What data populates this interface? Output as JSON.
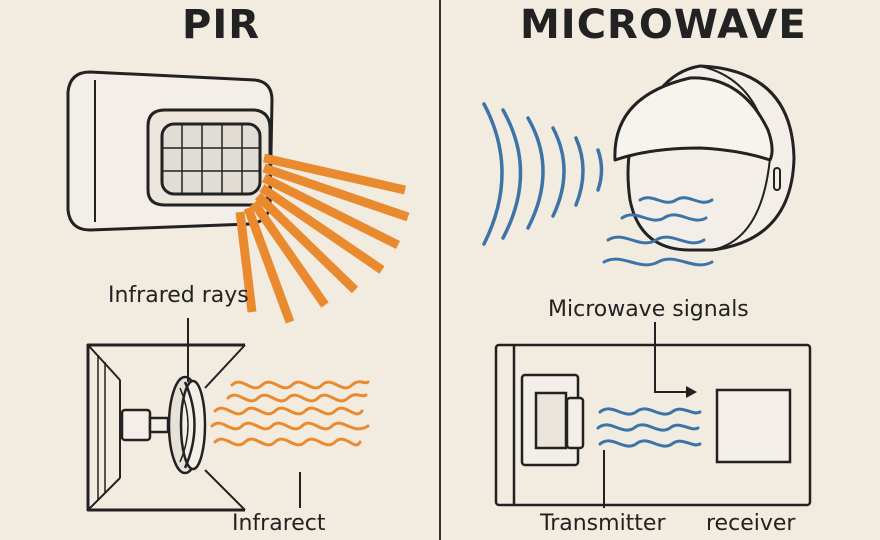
{
  "left_panel": {
    "title": "PIR",
    "label_rays": "Infrared rays",
    "label_bottom": "Infrarect"
  },
  "right_panel": {
    "title": "MICROWAVE",
    "label_signals": "Microwave signals",
    "label_transmitter": "Transmitter",
    "label_receiver": "receiver"
  },
  "colors": {
    "background": "#f2ebe0",
    "outline": "#222222",
    "infrared": "#ea8a2e",
    "microwave": "#3c74a8",
    "device_fill": "#f3efe8"
  }
}
